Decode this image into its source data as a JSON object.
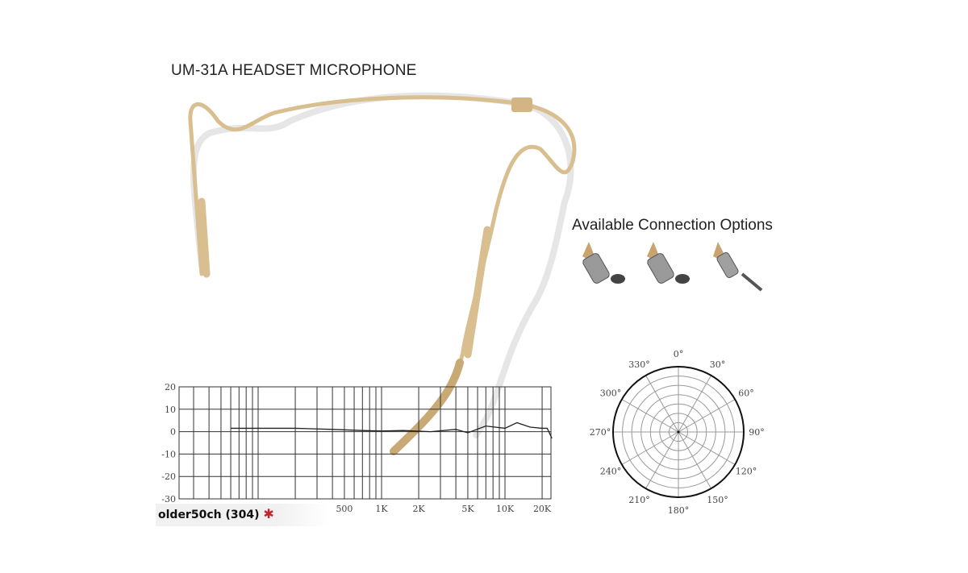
{
  "title": "UM-31A HEADSET MICROPHONE",
  "connections_title": "Available Connection Options",
  "colors": {
    "headset": "#d9be8f",
    "headset_shade": "#b89a68",
    "grid": "#333333",
    "curve": "#222222",
    "badge_icon": "#c0272d"
  },
  "chart_data": [
    {
      "type": "line",
      "title": "",
      "xlabel": "",
      "ylabel": "",
      "x_scale": "log",
      "grid": true,
      "ylim": [
        -30,
        20
      ],
      "y_ticks": [
        "20",
        "10",
        "0",
        "-10",
        "-20",
        "-30"
      ],
      "x_ticks": [
        "500",
        "1K",
        "2K",
        "5K",
        "10K",
        "20K"
      ],
      "series": [
        {
          "x": [
            60,
            100,
            200,
            400,
            700,
            1000,
            1500,
            2500,
            4000,
            5000,
            7000,
            10000,
            12500,
            16000,
            20000,
            22000,
            24000
          ],
          "y": [
            1.5,
            1.5,
            1.5,
            1,
            0.5,
            0.3,
            0.5,
            0,
            1,
            -0.5,
            2.5,
            1.5,
            4,
            2,
            1.5,
            1.5,
            -3
          ]
        }
      ]
    },
    {
      "type": "polar",
      "angle_labels": [
        "0°",
        "30°",
        "60°",
        "90°",
        "120°",
        "150°",
        "180°",
        "210°",
        "240°",
        "270°",
        "300°",
        "330°"
      ],
      "pattern": "omnidirectional"
    }
  ],
  "badge": {
    "text": "older50ch (304)",
    "icon": "star-cluster-icon"
  },
  "connectors": [
    {
      "type": "mini-xlr-4pin"
    },
    {
      "type": "mini-xlr-3pin"
    },
    {
      "type": "3.5mm-jack"
    }
  ]
}
